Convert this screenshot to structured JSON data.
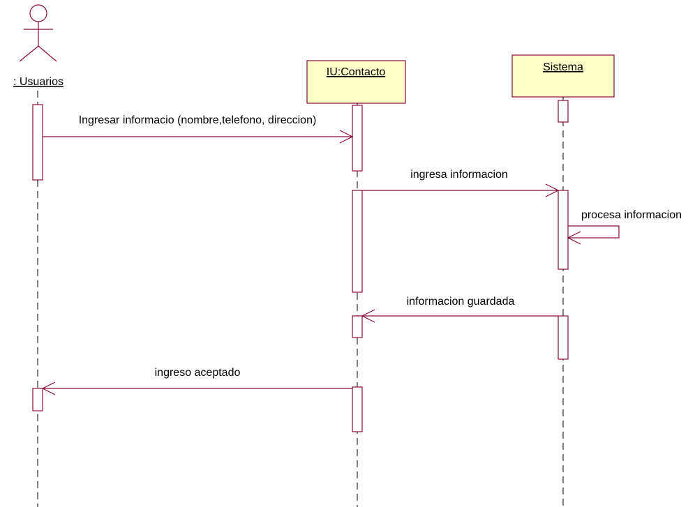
{
  "colors": {
    "line": "#8b0a3c",
    "box_fill": "#ffffc8",
    "text": "#000000",
    "background": "#ffffff"
  },
  "participants": {
    "actor": {
      "label": ": Usuarios",
      "icon": "actor-stick-figure-icon"
    },
    "ui": {
      "label": "IU:Contacto"
    },
    "system": {
      "label": "Sistema"
    }
  },
  "messages": {
    "m1": "Ingresar informacio (nombre,telefono, direccion)",
    "m2": "ingresa informacion",
    "m3": "procesa informacion",
    "m4": "informacion guardada",
    "m5": "ingreso aceptado"
  }
}
